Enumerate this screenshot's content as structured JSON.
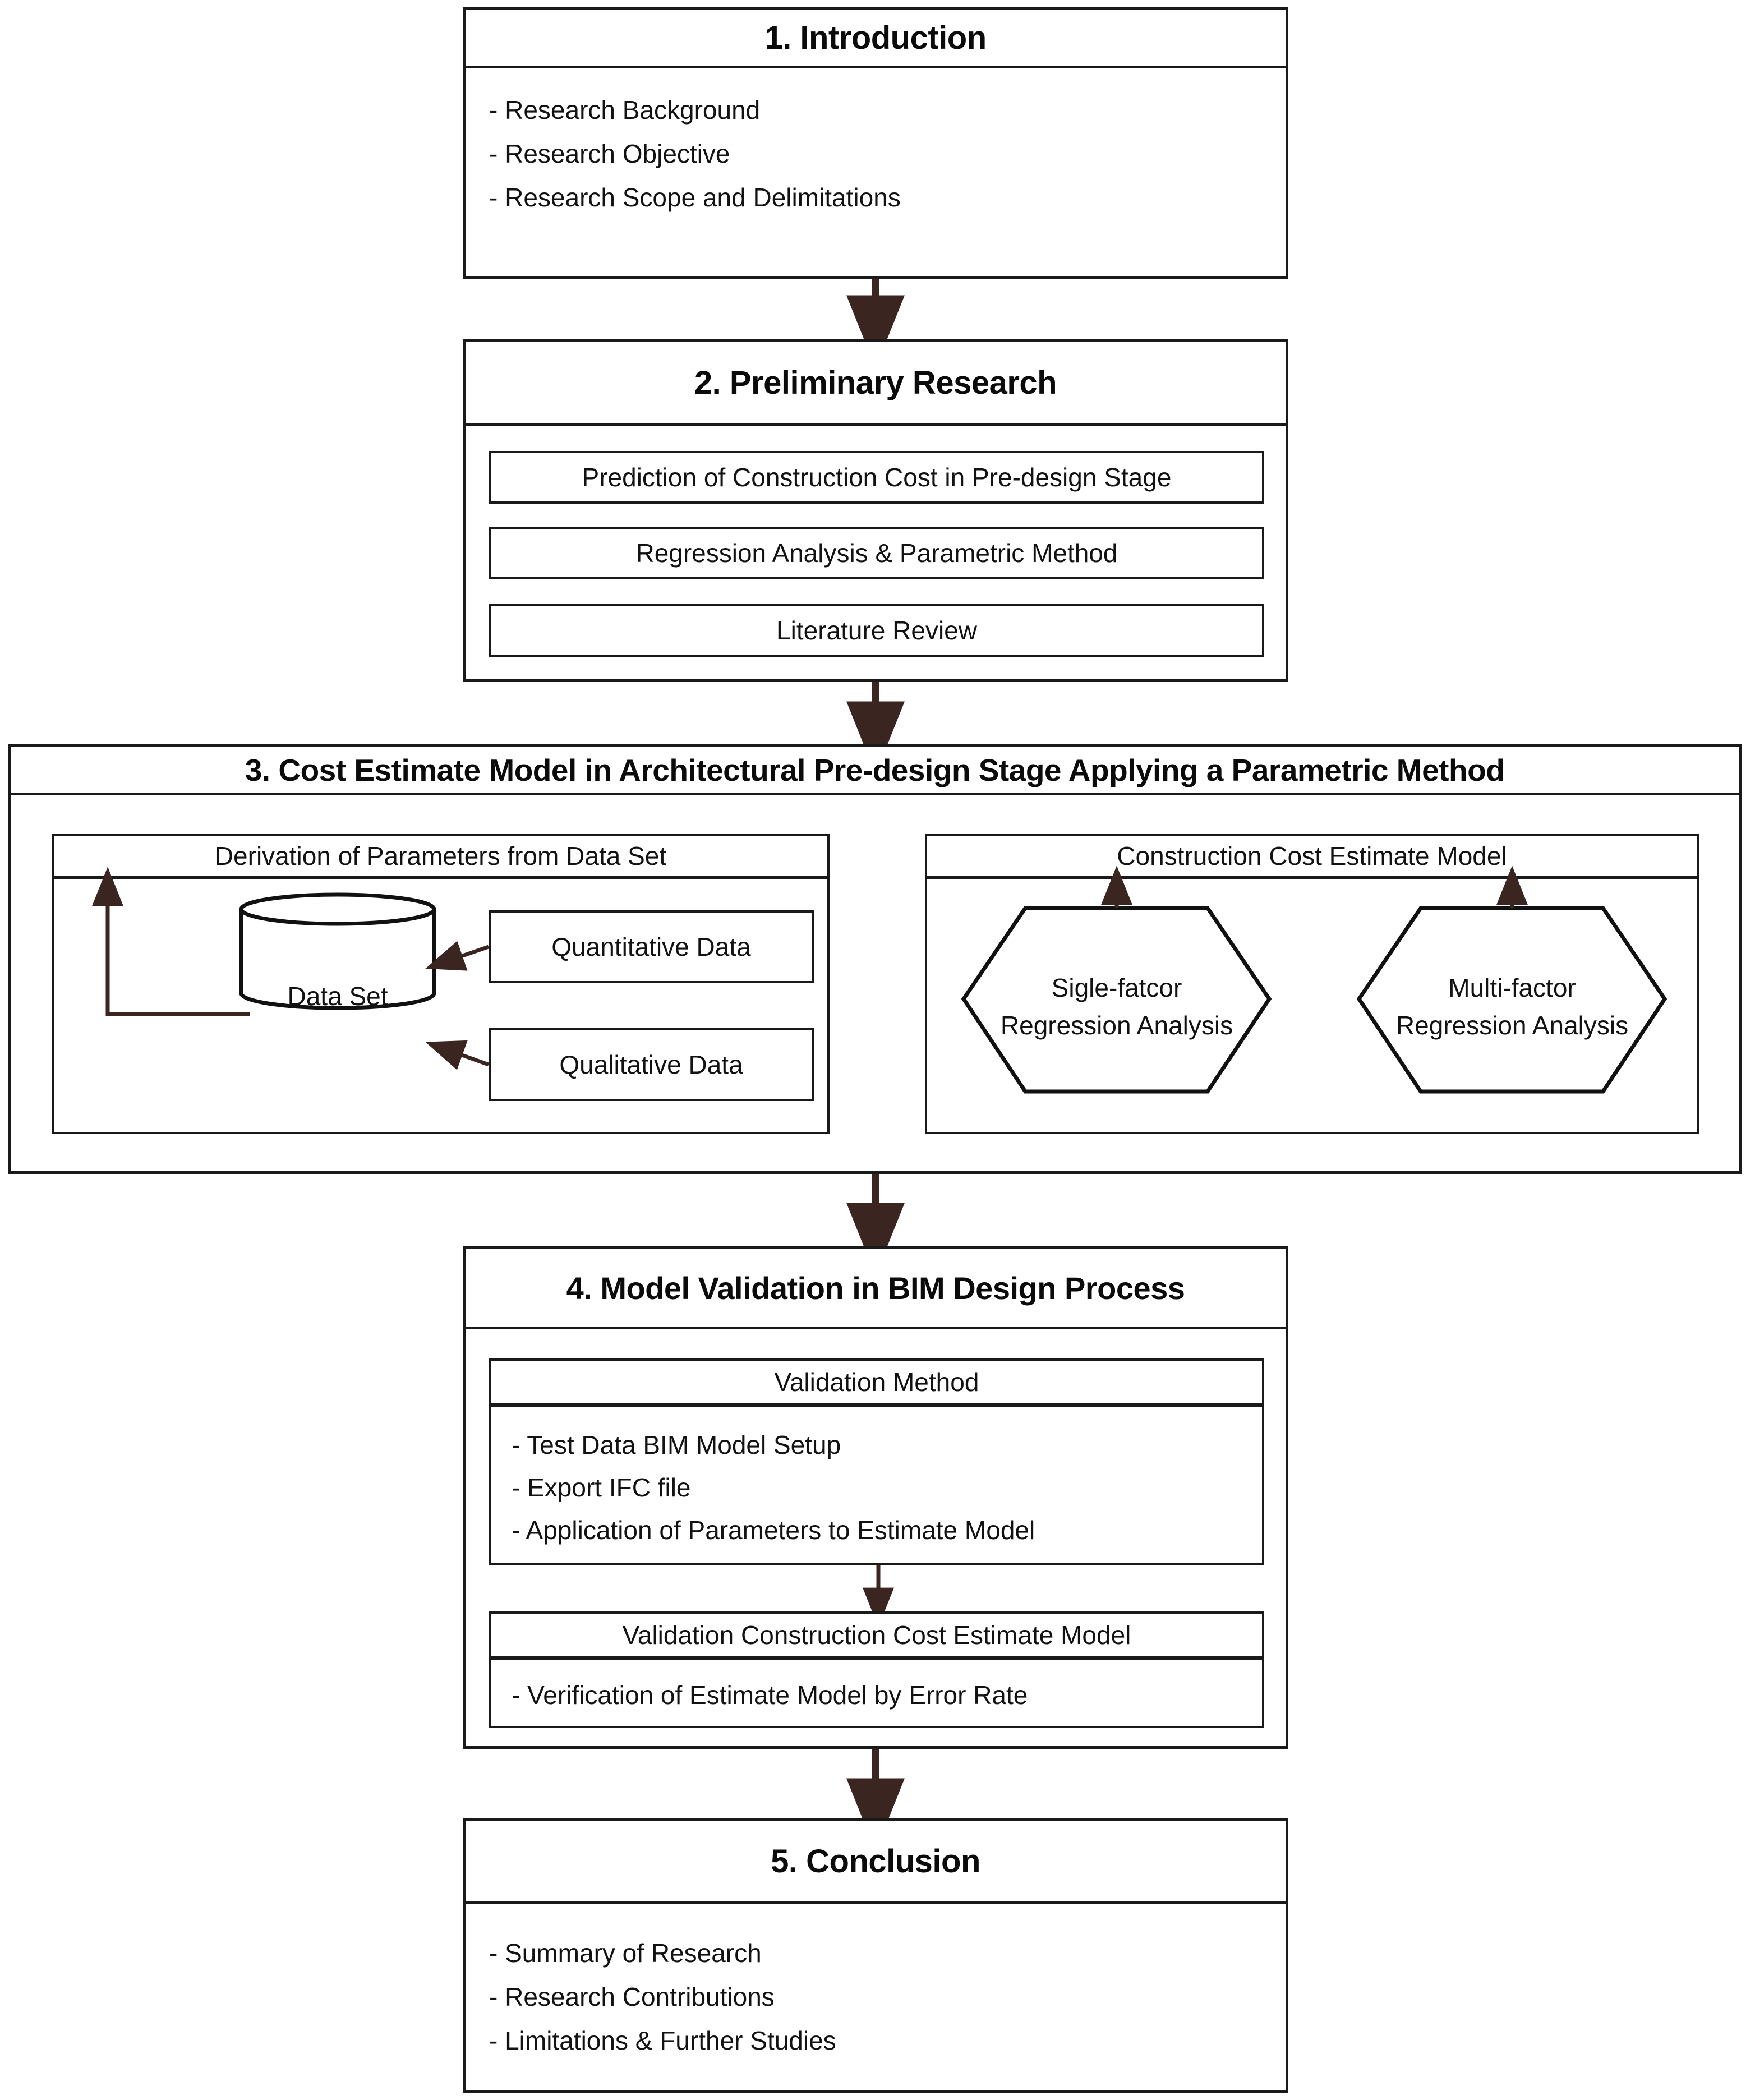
{
  "diagram": {
    "title": "Research Flow Diagram",
    "arrow_color": "#3b2520",
    "line_color": "#1a1a1a",
    "text_color": "#121212",
    "background": "#ffffff"
  },
  "sections": [
    {
      "id": "introduction",
      "number_title": "1. Introduction",
      "bullets": [
        "- Research Background",
        "- Research Objective",
        "- Research Scope and Delimitations"
      ]
    },
    {
      "id": "preliminary-research",
      "number_title": "2. Preliminary Research",
      "items": [
        "Prediction of Construction Cost in Pre-design Stage",
        "Regression Analysis & Parametric Method",
        "Literature Review"
      ]
    },
    {
      "id": "cost-estimate-model",
      "number_title": "3. Cost Estimate Model in Architectural Pre-design Stage Applying a Parametric Method",
      "left_panel": {
        "header": "Derivation of Parameters from Data Set",
        "database_label": "Data Set",
        "inputs": [
          "Quantitative Data",
          "Qualitative  Data"
        ]
      },
      "right_panel": {
        "header": "Construction Cost Estimate Model",
        "hexagons": [
          {
            "line1": "Sigle-fatcor",
            "line2": "Regression Analysis"
          },
          {
            "line1": "Multi-factor",
            "line2": "Regression Analysis"
          }
        ]
      }
    },
    {
      "id": "model-validation",
      "number_title": "4. Model Validation in BIM Design Process",
      "blocks": [
        {
          "header": "Validation Method",
          "bullets": [
            "- Test Data BIM Model Setup",
            "- Export IFC file",
            "- Application of Parameters to Estimate Model"
          ]
        },
        {
          "header": "Validation Construction Cost Estimate Model",
          "bullets": [
            "- Verification of  Estimate Model by Error Rate"
          ]
        }
      ]
    },
    {
      "id": "conclusion",
      "number_title": "5. Conclusion",
      "bullets": [
        "- Summary of Research",
        "- Research Contributions",
        "- Limitations & Further Studies"
      ]
    }
  ]
}
